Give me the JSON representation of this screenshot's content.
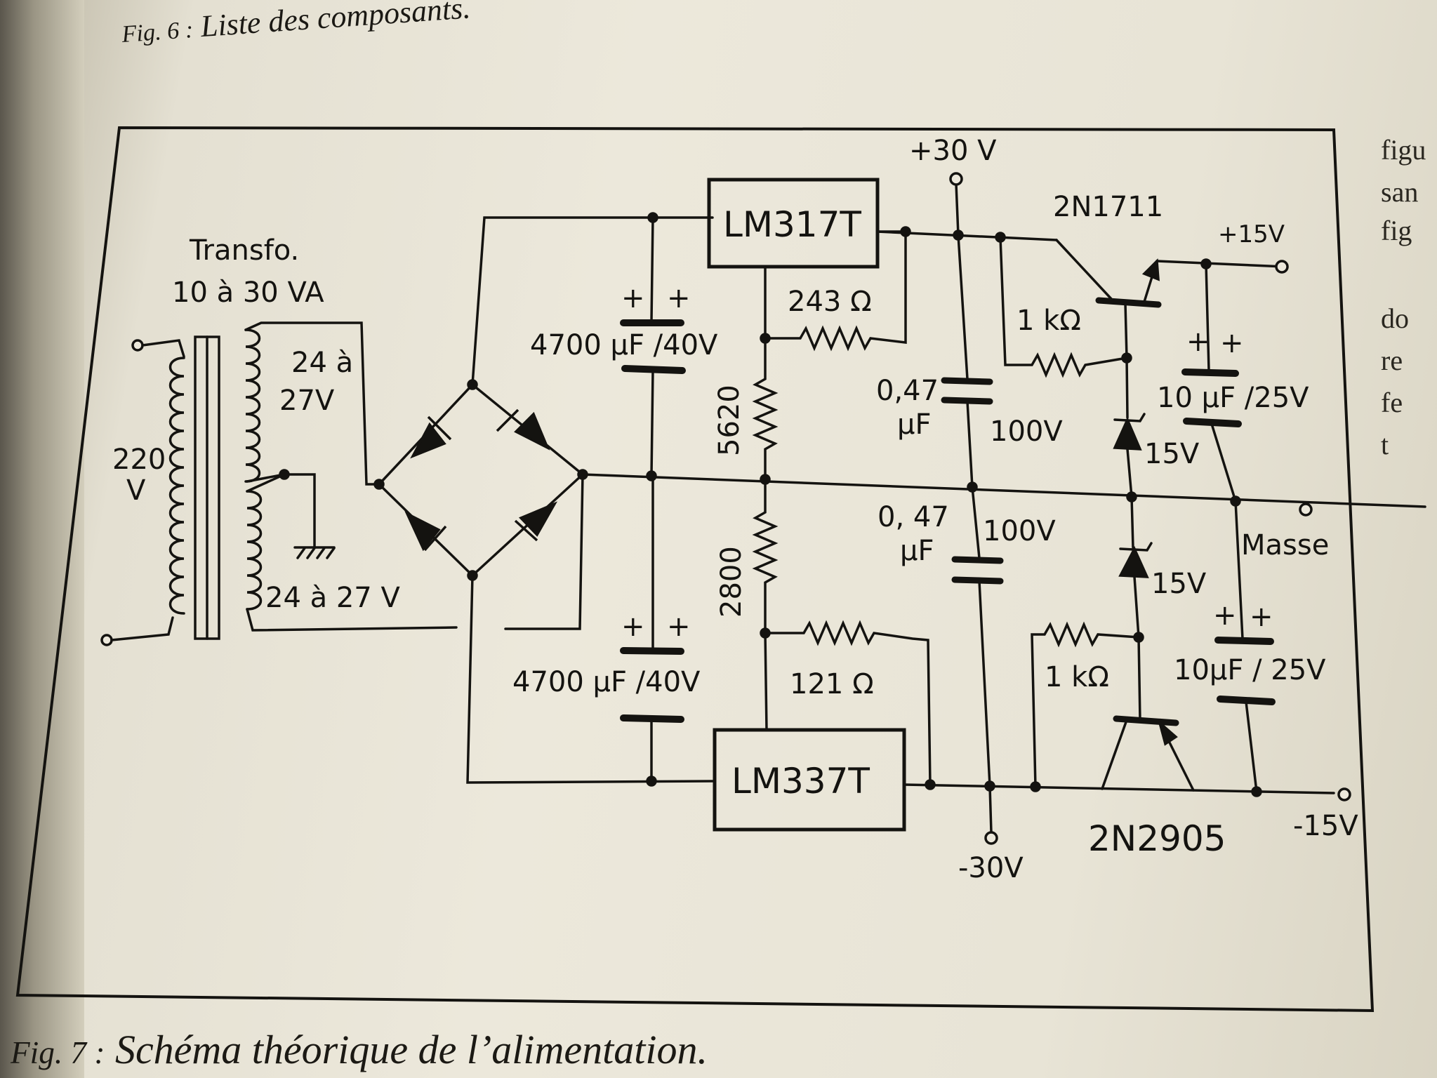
{
  "captions": {
    "top": {
      "fig": "Fig. 6 :",
      "text": "Liste des composants."
    },
    "bottom": {
      "fig": "Fig. 7 :",
      "text": "Schéma théorique de l’alimentation."
    }
  },
  "side_text": [
    "figu",
    "san",
    "fig",
    "do",
    "re",
    "fe",
    "t"
  ],
  "schematic": {
    "transformer": {
      "title": "Transfo.",
      "rating": "10 à 30 VA",
      "primary": "220",
      "primary_unit": "V",
      "sec1_a": "24 à",
      "sec1_b": "27V",
      "sec2": "24 à 27 V"
    },
    "regulator_pos": "LM317T",
    "regulator_neg": "LM337T",
    "cap_filter_top": "4700 µF /40V",
    "cap_filter_bottom": "4700 µF /40V",
    "cap_plus": "+",
    "r_adj_top": "243 Ω",
    "r_adj_bottom": "121 Ω",
    "r_5620": "5620",
    "r_2800": "2800",
    "cap_047_top_a": "0,47",
    "cap_047_top_b": "µF",
    "cap_047_bottom_a": "0, 47",
    "cap_047_bottom_b": "µF",
    "v100_top": "100V",
    "v100_bottom": "100V",
    "plus30": "+30 V",
    "minus30": "-30V",
    "t_top": "2N1711",
    "t_bottom": "2N2905",
    "r1k_top": "1 kΩ",
    "r1k_bottom": "1 kΩ",
    "zener_top": "15V",
    "zener_bottom": "15V",
    "cap10_top": "10 µF /25V",
    "cap10_bottom": "10µF / 25V",
    "plus15": "+15V",
    "minus15": "-15V",
    "masse": "Masse"
  },
  "colors": {
    "ink": "#141310",
    "paper": "#ece8db"
  }
}
